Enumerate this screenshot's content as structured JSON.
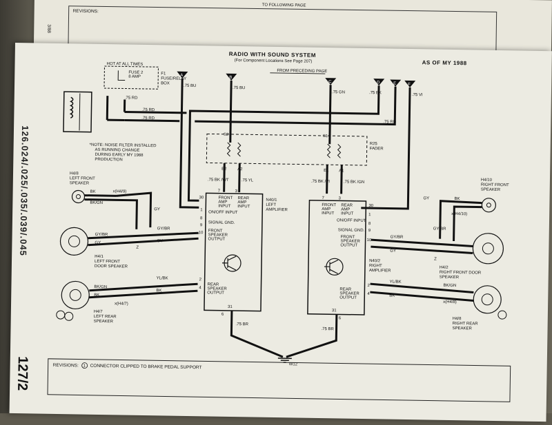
{
  "top_page": {
    "header_text": "TO FOLLOWING PAGE",
    "revisions_label": "REVISIONS:",
    "margin_note": "3/88"
  },
  "header": {
    "title": "RADIO WITH SOUND SYSTEM",
    "subtitle": "(For Component Locations See Page 207)",
    "as_of": "AS OF MY 1988",
    "from_page": "FROM PRECEDING PAGE"
  },
  "side_text": "126.024/.025/.035/.039/.045",
  "page_number": "127/2",
  "bottom_revisions": {
    "label": "REVISIONS:",
    "circled": "1",
    "text": "CONNECTOR CLIPPED TO BRAKE PEDAL SUPPORT"
  },
  "note": [
    "*NOTE: NOISE FILTER INSTALLED",
    "AS RUNNING CHANGE",
    "DURING EARLY MY 1988",
    "PRODUCTION"
  ],
  "fuse_box": {
    "title": "HOT AT ALL TIMES",
    "fuse": "FUSE 2",
    "amp": "8 AMP",
    "f1": "F1",
    "f1_desc1": "FUSE/RELAY",
    "f1_desc2": "BOX"
  },
  "connectors": {
    "a": "A",
    "b": "B",
    "c": "C",
    "d": "D",
    "e": "E",
    "f": "F"
  },
  "wires": {
    "w_75bu_a": ".75 BU",
    "w_75bu_b": ".75 BU",
    "w_75gn": ".75 GN",
    "w_75bk": ".75 BK",
    "w_75vi": ".75 VI",
    "w_75rd_1": ".75 RD",
    "w_75rd_2": ".75 RD",
    "w_75rd_3": ".75 RD",
    "w_75rd_4": ".75 RD",
    "w_75bk_wt": ".75 BK /WT",
    "w_75yl": ".75 YL",
    "w_75bk_vi": ".75 BK /VI",
    "w_75bk_gn": ".75 BK /GN",
    "w_75br_l": ".75 BR",
    "w_75br_r": ".75 BR"
  },
  "fader": {
    "label1": "R25",
    "label2": "FADER",
    "s2": "S2",
    "s1": "S1",
    "e2": "E2",
    "a2": "A2",
    "e1": "E1",
    "a1": "A1"
  },
  "left_amp": {
    "id": "N40/1",
    "name1": "LEFT",
    "name2": "AMPLIFIER",
    "front_input": [
      "FRONT",
      "AMP",
      "INPUT"
    ],
    "rear_input": [
      "REAR",
      "AMP",
      "INPUT"
    ],
    "onoff": "ON/OFF INPUT",
    "signal": "SIGNAL GND.",
    "front_out": [
      "FRONT",
      "SPEAKER",
      "OUTPUT"
    ],
    "rear_out": [
      "REAR",
      "SPEAKER",
      "OUTPUT"
    ],
    "pins": {
      "p7": "7",
      "p3": "3",
      "p30": "30",
      "p1": "1",
      "p8": "8",
      "p9": "9",
      "p10": "10",
      "p2": "2",
      "p4": "4",
      "p31": "31",
      "p6": "6"
    }
  },
  "right_amp": {
    "id": "N40/2",
    "name1": "RIGHT",
    "name2": "AMPLIFIER",
    "front_input": [
      "FRONT",
      "AMP",
      "INPUT"
    ],
    "rear_input": [
      "REAR",
      "AMP",
      "INPUT"
    ],
    "onoff": "ON/OFF INPUT",
    "signal": "SIGNAL GND.",
    "front_out": [
      "FRONT",
      "SPEAKER",
      "OUTPUT"
    ],
    "rear_out": [
      "REAR",
      "SPEAKER",
      "OUTPUT"
    ],
    "pins": {
      "p7": "7",
      "p3": "3",
      "p30": "30",
      "p1": "1",
      "p8": "8",
      "p9": "9",
      "p10": "10",
      "p2": "2",
      "p4": "4",
      "p31": "31",
      "p6": "6"
    }
  },
  "speakers": {
    "lf": {
      "id": "H4/8",
      "l1": "LEFT FRONT",
      "l2": "SPEAKER"
    },
    "lfd": {
      "id": "H4/1",
      "l1": "LEFT FRONT",
      "l2": "DOOR SPEAKER"
    },
    "lr": {
      "id": "H4/7",
      "l1": "LEFT REAR",
      "l2": "SPEAKER"
    },
    "rf": {
      "id": "H4/10",
      "l1": "RIGHT FRONT",
      "l2": "SPEAKER"
    },
    "rfd": {
      "id": "H4/2",
      "l1": "RIGHT FRONT DOOR",
      "l2": "SPEAKER"
    },
    "rr": {
      "id": "H4/8",
      "l1": "RIGHT REAR",
      "l2": "SPEAKER"
    }
  },
  "speaker_wires": {
    "bk": "BK",
    "bkgn": "BK/GN",
    "gy": "GY",
    "gybr": "GY/BR",
    "ylbk": "YL/BK",
    "x_h49": "x(H4/9)",
    "x_h47": "x(H4/7)",
    "x_h410": "x(H4/10)",
    "x_h48": "x(H4/8)",
    "z": "Z"
  },
  "ground": "W12"
}
